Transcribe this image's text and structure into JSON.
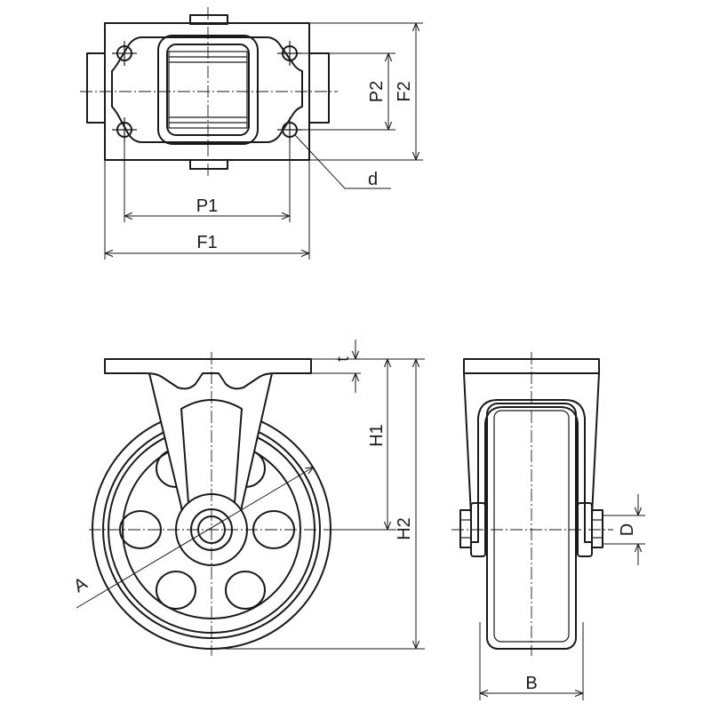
{
  "labels": {
    "p1": "P1",
    "f1": "F1",
    "p2": "P2",
    "f2": "F2",
    "d_small": "d",
    "t": "t",
    "h1": "H1",
    "h2": "H2",
    "a": "A",
    "d_big": "D",
    "b": "B"
  },
  "colors": {
    "line": "#1a1a1a",
    "background": "#ffffff"
  }
}
